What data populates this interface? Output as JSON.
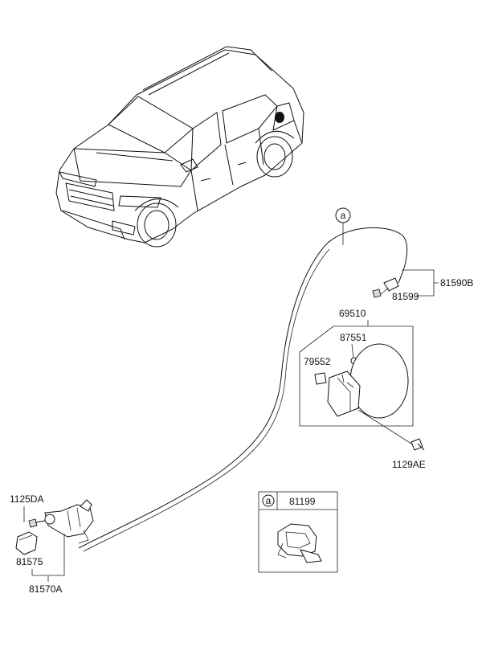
{
  "labels": {
    "p81590B": "81590B",
    "p81599": "81599",
    "p69510": "69510",
    "p87551": "87551",
    "p79552": "79552",
    "p1129AE": "1129AE",
    "p1125DA": "1125DA",
    "p81575": "81575",
    "p81570A": "81570A",
    "p81199": "81199"
  },
  "callout": "a"
}
